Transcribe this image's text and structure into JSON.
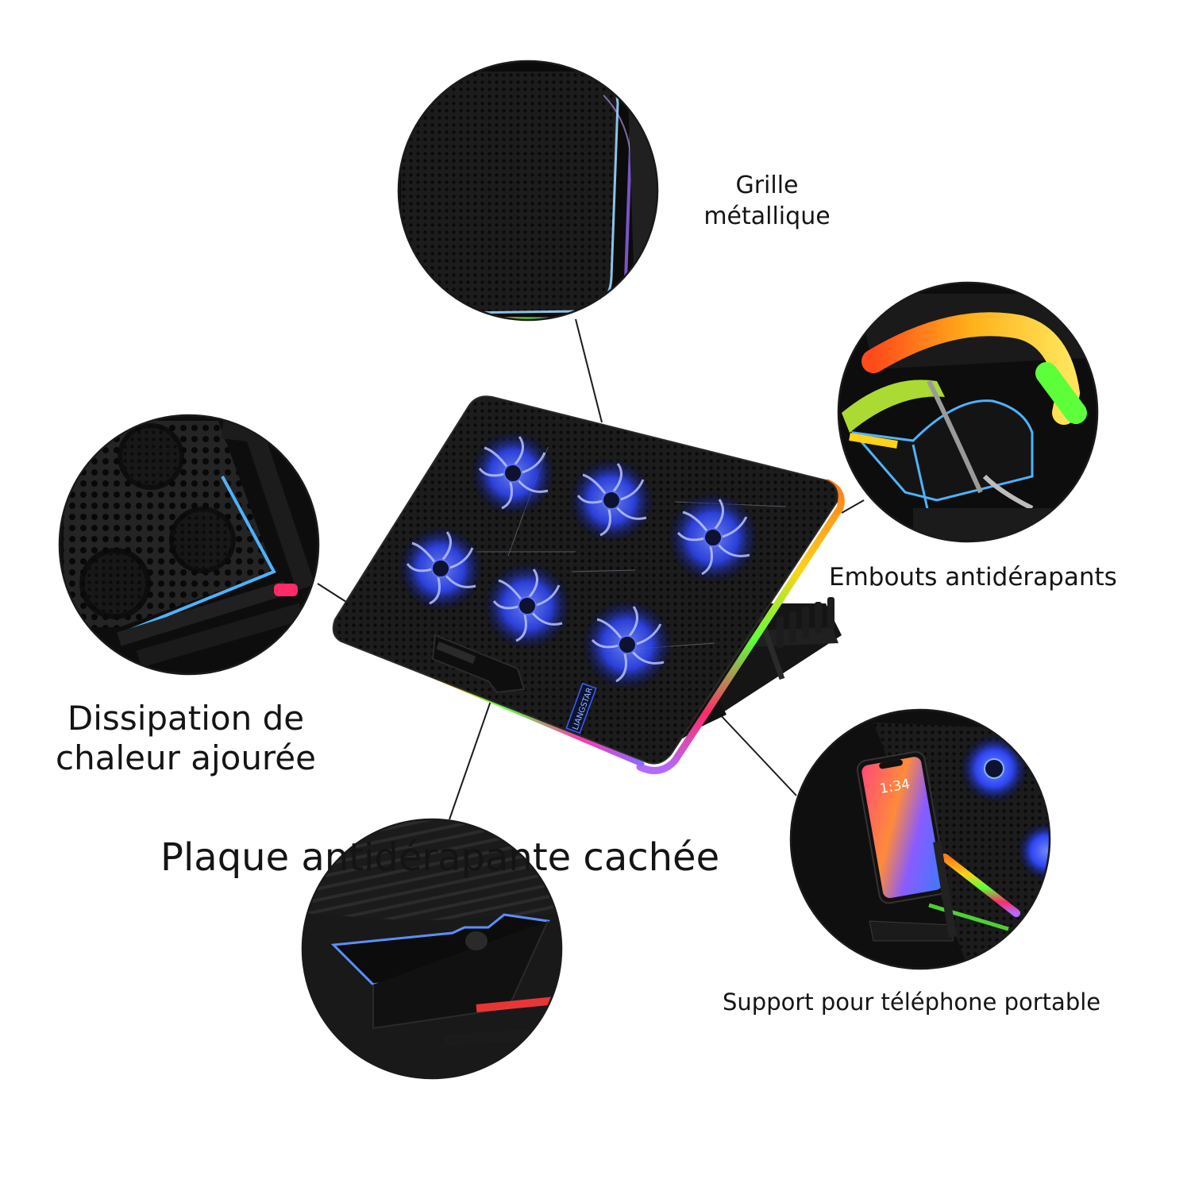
{
  "labels": {
    "grille": "Grille métallique",
    "embouts": "Embouts antidérapants",
    "dissipation": "Dissipation de chaleur ajourée",
    "support": "Support pour téléphone portable",
    "plaque": "Plaque antidérapante cachée"
  },
  "product": {
    "brand": "LIANGSTAR",
    "fan_count": 6
  },
  "phone_screen": {
    "time": "1:34"
  },
  "colors": {
    "background": "#ffffff",
    "product_body": "#1a1a1a",
    "fan_glow": "#2f4dff",
    "rgb_orange": "#ff7a1a",
    "rgb_green": "#5cff3a",
    "rgb_pink": "#ff2a6a",
    "rgb_blue": "#3fa9ff"
  }
}
